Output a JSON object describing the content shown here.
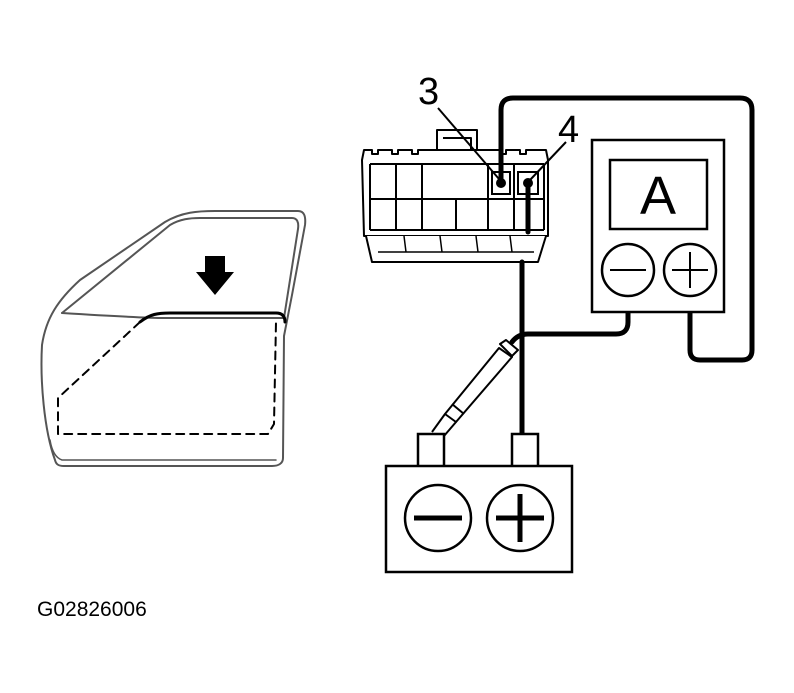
{
  "figure": {
    "id": "G02826006"
  },
  "connector": {
    "pin_labels": [
      "3",
      "4"
    ]
  },
  "ammeter": {
    "display": "A",
    "terminals": [
      "negative",
      "positive"
    ]
  },
  "battery": {
    "terminals": [
      "negative",
      "positive"
    ]
  },
  "door": {
    "arrow": "down"
  },
  "icons": [
    "down-arrow-icon",
    "minus-icon",
    "plus-icon"
  ],
  "colors": {
    "line": "#000000",
    "background": "#ffffff",
    "door_outline": "#555555"
  }
}
